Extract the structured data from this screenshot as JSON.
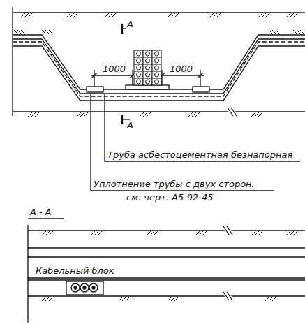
{
  "diagram": {
    "labels": [
      "А",
      "1000",
      "1000",
      "А",
      "Труба асбестоцементная безнапорная",
      "Уплотнение трубы с двух сторон.",
      "см. черт. А5-92-45",
      "А - А",
      "Кабельный блок"
    ]
  }
}
